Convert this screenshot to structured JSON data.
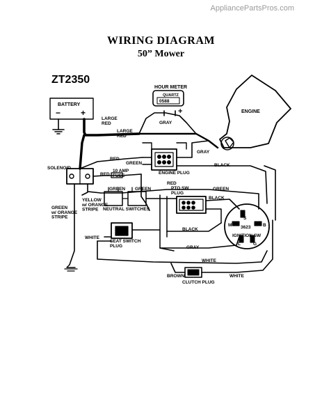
{
  "watermark": "AppliancePartsPros.com",
  "title": "WIRING DIAGRAM",
  "subtitle": "50” Mower",
  "model": "ZT2350",
  "components": {
    "battery": "BATTERY",
    "hour_meter": "HOUR METER",
    "hour_meter_brand": "QUARTZ",
    "hour_meter_display": "0588",
    "engine": "ENGINE",
    "solenoid": "SOLENOID",
    "fuse": "10 AMP\nFUSE",
    "engine_plug": "ENGINE PLUG",
    "pto_plug": "PTO SW\nPLUG",
    "neutral_switches": "NEUTRAL SWITCHES",
    "seat_switch_plug": "SEAT SWITCH\nPLUG",
    "ignition_switch": "IGNITION SW",
    "ignition_part": "3623",
    "ignition_terminals": [
      "S",
      "B",
      "M",
      "L",
      "G"
    ],
    "clutch_plug": "CLUTCH PLUG"
  },
  "wire_labels": {
    "large_red_1": "LARGE\nRED",
    "large_red_2": "LARGE\nRED",
    "gray_top": "GRAY",
    "gray_engine": "GRAY",
    "red_solenoid": "RED",
    "red_fuse": "RED",
    "red_right": "RED",
    "green_plug": "GREEN",
    "black_right": "BLACK",
    "green_neutral_1": "GREEN",
    "green_neutral_2": "GREEN",
    "green_pto": "GREEN",
    "black_pto": "BLACK",
    "yellow_stripe": "YELLOW\nw/ ORANGE\nSTRIPE",
    "green_orange_stripe": "GREEN\nw/ ORANGE\nSTRIPE",
    "white_left": "WHITE",
    "black_middle": "BLACK",
    "gray_lower": "GRAY",
    "white_lower": "WHITE",
    "brown": "BROWN",
    "white_bottom": "WHITE"
  },
  "polarity": {
    "negative": "−",
    "positive": "+",
    "meter_positive": "+"
  }
}
